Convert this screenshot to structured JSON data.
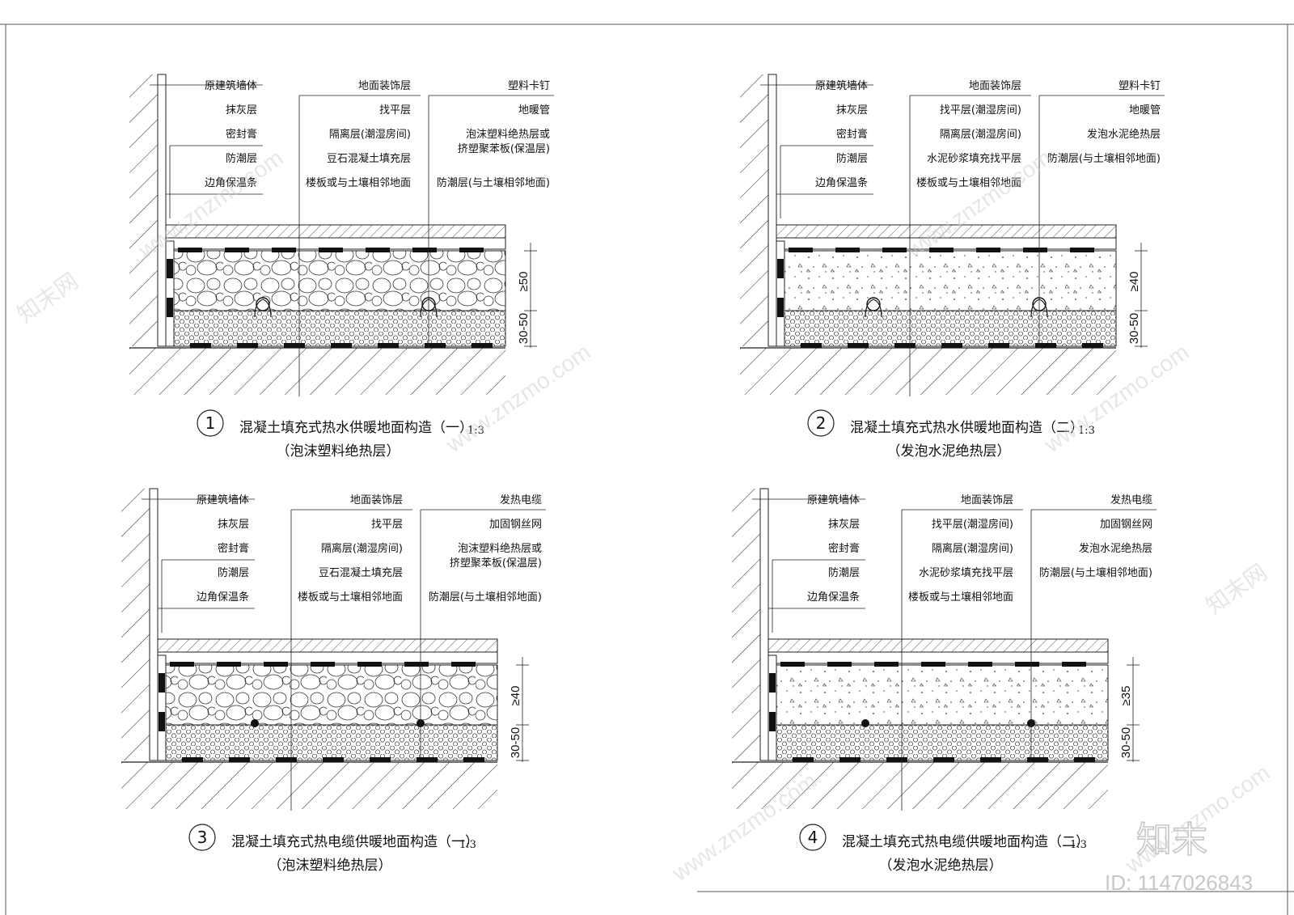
{
  "watermark": {
    "text": "www.znzmo.com",
    "brand": "知末网",
    "logo": "知末",
    "id": "ID: 1147026843"
  },
  "details": [
    {
      "number": "1",
      "title": "混凝土填充式热水供暖地面构造（一）",
      "scale": "1:3",
      "subtitle": "（泡沫塑料绝热层）",
      "heating": "pipe",
      "fill": "pebble",
      "labels_left": [
        "原建筑墙体",
        "抹灰层",
        "密封膏",
        "防潮层",
        "边角保温条"
      ],
      "labels_mid": [
        "地面装饰层",
        "找平层",
        "隔离层(潮湿房间)",
        "豆石混凝土填充层",
        "楼板或与土壤相邻地面"
      ],
      "labels_right": [
        "塑料卡钉",
        "地暖管",
        "泡沫塑料绝热层或",
        "挤塑聚苯板(保温层)",
        "防潮层(与土壤相邻地面)"
      ],
      "dim_top": "≥50",
      "dim_bottom": "30-50"
    },
    {
      "number": "2",
      "title": "混凝土填充式热水供暖地面构造（二）",
      "scale": "1:3",
      "subtitle": "（发泡水泥绝热层）",
      "heating": "pipe",
      "fill": "sand",
      "labels_left": [
        "原建筑墙体",
        "抹灰层",
        "密封膏",
        "防潮层",
        "边角保温条"
      ],
      "labels_mid": [
        "地面装饰层",
        "找平层(潮湿房间)",
        "隔离层(潮湿房间)",
        "水泥砂浆填充找平层",
        "楼板或与土壤相邻地面"
      ],
      "labels_right": [
        "塑料卡钉",
        "地暖管",
        "发泡水泥绝热层",
        "防潮层(与土壤相邻地面)"
      ],
      "dim_top": "≥40",
      "dim_bottom": "30-50"
    },
    {
      "number": "3",
      "title": "混凝土填充式热电缆供暖地面构造（一）",
      "scale": "1:3",
      "subtitle": "（泡沫塑料绝热层）",
      "heating": "cable",
      "fill": "pebble",
      "labels_left": [
        "原建筑墙体",
        "抹灰层",
        "密封膏",
        "防潮层",
        "边角保温条"
      ],
      "labels_mid": [
        "地面装饰层",
        "找平层",
        "隔离层(潮湿房间)",
        "豆石混凝土填充层",
        "楼板或与土壤相邻地面"
      ],
      "labels_right": [
        "发热电缆",
        "加固钢丝网",
        "泡沫塑料绝热层或",
        "挤塑聚苯板(保温层)",
        "防潮层(与土壤相邻地面)"
      ],
      "dim_top": "≥40",
      "dim_bottom": "30-50"
    },
    {
      "number": "4",
      "title": "混凝土填充式热电缆供暖地面构造（二）",
      "scale": "1:3",
      "subtitle": "（发泡水泥绝热层）",
      "heating": "cable",
      "fill": "sand",
      "labels_left": [
        "原建筑墙体",
        "抹灰层",
        "密封膏",
        "防潮层",
        "边角保温条"
      ],
      "labels_mid": [
        "地面装饰层",
        "找平层(潮湿房间)",
        "隔离层(潮湿房间)",
        "水泥砂浆填充找平层",
        "楼板或与土壤相邻地面"
      ],
      "labels_right": [
        "发热电缆",
        "加固钢丝网",
        "发泡水泥绝热层",
        "防潮层(与土壤相邻地面)"
      ],
      "dim_top": "≥35",
      "dim_bottom": "30-50"
    }
  ]
}
